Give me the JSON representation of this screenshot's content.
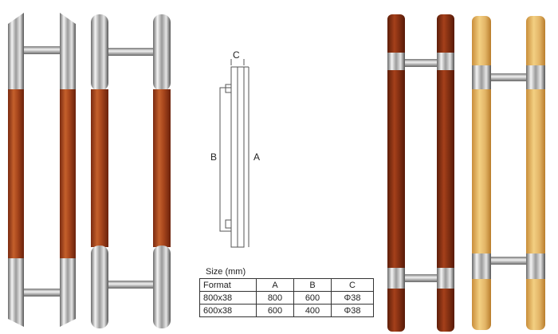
{
  "diagram": {
    "label_c": "C",
    "label_b": "B",
    "label_a": "A"
  },
  "size_table": {
    "caption": "Size (mm)",
    "headers": [
      "Format",
      "A",
      "B",
      "C"
    ],
    "rows": [
      [
        "800x38",
        "800",
        "600",
        "Φ38"
      ],
      [
        "600x38",
        "600",
        "400",
        "Φ38"
      ]
    ]
  }
}
